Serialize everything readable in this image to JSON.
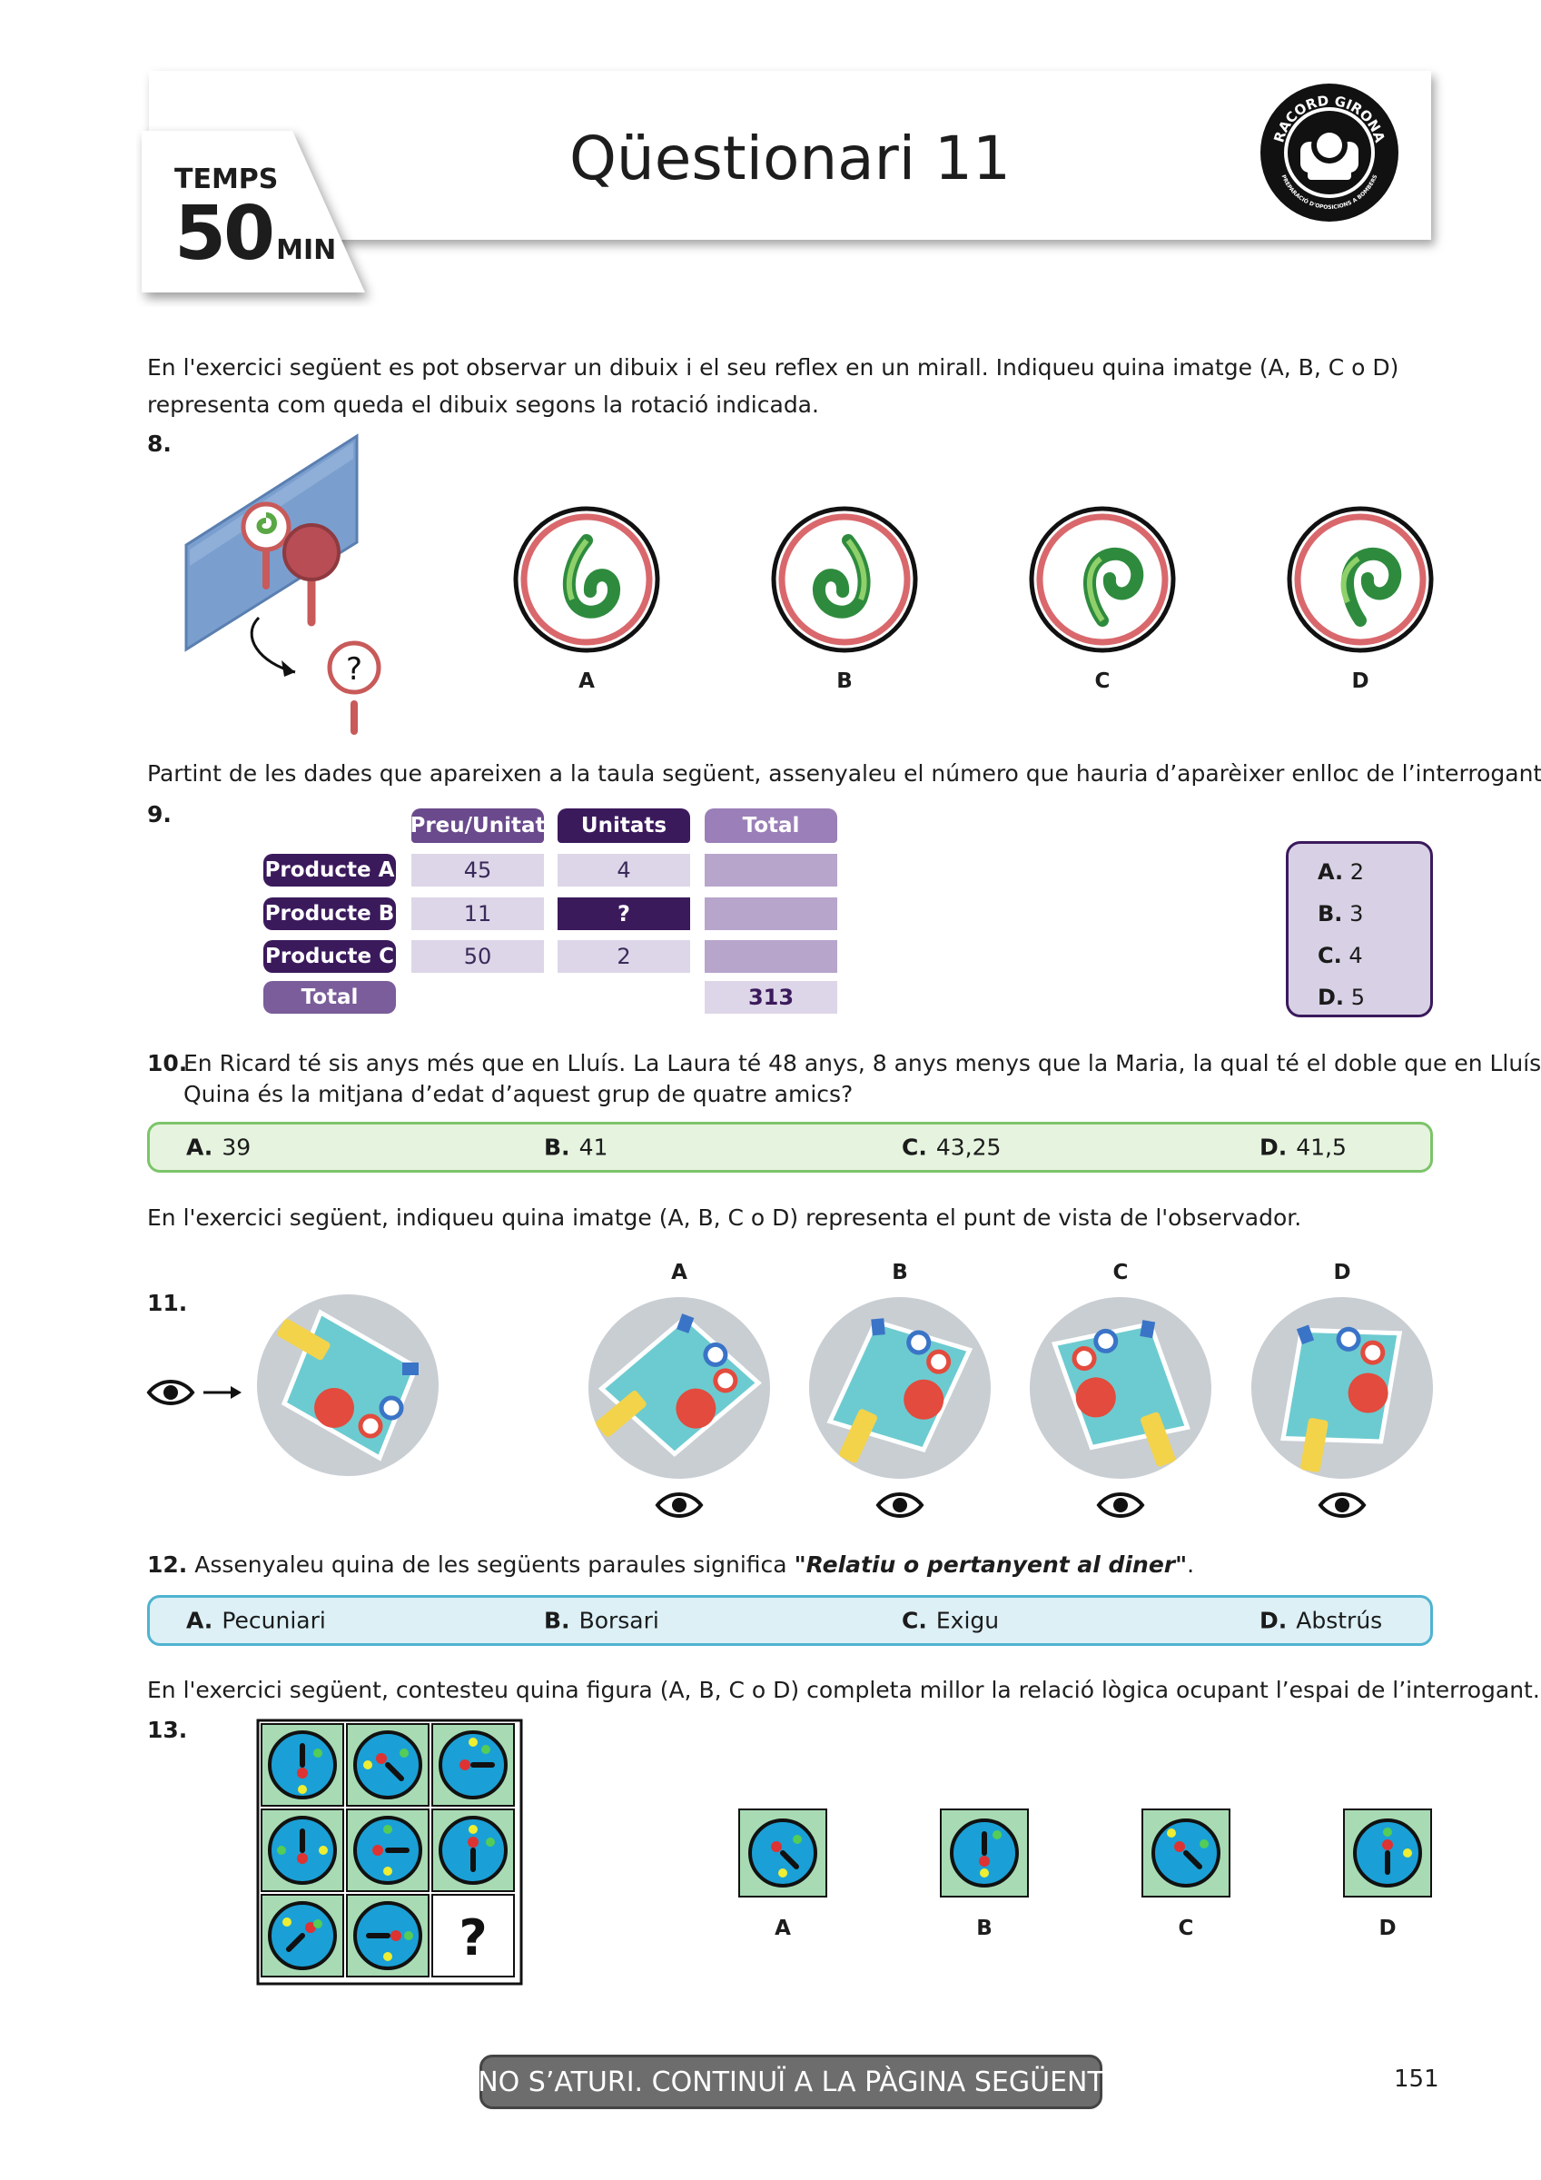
{
  "header": {
    "title": "Qüestionari 11",
    "time_label": "TEMPS",
    "time_value": "50",
    "time_unit": "MIN",
    "logo_text_top": "RACORD GIRONA",
    "logo_text_bottom": "PREPARACIÓ D'OPOSICIONS A BOMBERS"
  },
  "intro1": "En l'exercici següent es pot observar un dibuix i el seu reflex en un mirall. Indiqueu quina imatge (A, B, C o D) representa com queda el dibuix segons la rotació indicada.",
  "q8": {
    "num": "8.",
    "question_mark": "?",
    "options": [
      "A",
      "B",
      "C",
      "D"
    ]
  },
  "intro2": "Partint de les dades que apareixen a la taula següent, assenyaleu el número que hauria d’aparèixer enlloc de l’interrogant.",
  "q9": {
    "num": "9.",
    "headers": [
      "Preu/Unitat",
      "Unitats",
      "Total"
    ],
    "rows": [
      {
        "label": "Producte A",
        "price": "45",
        "units": "4"
      },
      {
        "label": "Producte B",
        "price": "11",
        "units": "?"
      },
      {
        "label": "Producte C",
        "price": "50",
        "units": "2"
      }
    ],
    "total_label": "Total",
    "total_value": "313",
    "options": [
      {
        "letter": "A.",
        "value": "2"
      },
      {
        "letter": "B.",
        "value": "3"
      },
      {
        "letter": "C.",
        "value": "4"
      },
      {
        "letter": "D.",
        "value": "5"
      }
    ]
  },
  "q10": {
    "num": "10.",
    "text1": "En Ricard té sis anys més que en Lluís. La Laura té 48 anys, 8 anys menys que la Maria, la qual té el doble que en Lluís.",
    "text2": "Quina és la mitjana d’edat d’aquest grup de quatre amics?",
    "options": [
      {
        "letter": "A.",
        "value": "39"
      },
      {
        "letter": "B.",
        "value": "41"
      },
      {
        "letter": "C.",
        "value": "43,25"
      },
      {
        "letter": "D.",
        "value": "41,5"
      }
    ]
  },
  "intro3": "En l'exercici següent, indiqueu quina imatge (A, B, C o D) representa el punt de vista de l'observador.",
  "q11": {
    "num": "11.",
    "options": [
      "A",
      "B",
      "C",
      "D"
    ]
  },
  "q12": {
    "num": "12.",
    "text": "Assenyaleu quina de les següents paraules significa ",
    "quote": "\"Relatiu o pertanyent al diner\"",
    "end": ".",
    "options": [
      {
        "letter": "A.",
        "value": "Pecuniari"
      },
      {
        "letter": "B.",
        "value": "Borsari"
      },
      {
        "letter": "C.",
        "value": "Exigu"
      },
      {
        "letter": "D.",
        "value": "Abstrús"
      }
    ]
  },
  "intro4": "En l'exercici següent, contesteu quina figura (A, B, C o D) completa millor la relació lògica ocupant l’espai de l’interrogant.",
  "q13": {
    "num": "13.",
    "question_mark": "?",
    "options": [
      "A",
      "B",
      "C",
      "D"
    ]
  },
  "footer": {
    "banner": "NO S’ATURI. CONTINUÏ A LA PÀGINA SEGÜENT",
    "page": "151"
  },
  "colors": {
    "purple_dark": "#3b1a5c",
    "purple_mid": "#6a4a8c",
    "purple_light": "#d8d1e5",
    "green_border": "#7cc46a",
    "green_fill": "#e6f4df",
    "blue_border": "#4fb3cf",
    "blue_fill": "#dcf0f6",
    "dial_blue": "#1aa0d6"
  }
}
